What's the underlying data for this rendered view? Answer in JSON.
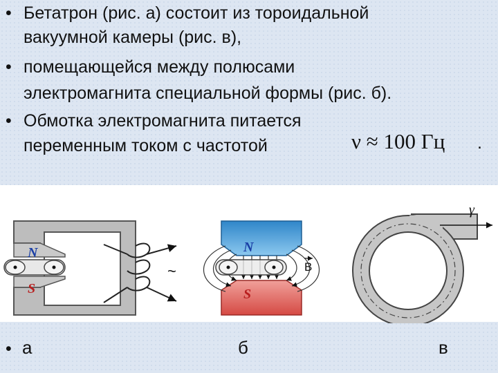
{
  "bullets": [
    {
      "line1": "Бетатрон (рис. а) состоит из тороидальной",
      "line2": "вакуумной камеры (рис. в),"
    },
    {
      "line1": " помещающейся между полюсами",
      "line2": "электромагнита специальной формы (рис. б)."
    },
    {
      "line1": " Обмотка электромагнита питается",
      "line2": "переменным током с частотой"
    }
  ],
  "bullet_symbol": "•",
  "formula": "ν ≈ 100 Гц",
  "period": ".",
  "captions": {
    "a": "а",
    "b": "б",
    "v": "в"
  },
  "figure": {
    "pole_n": "N",
    "pole_s": "S",
    "tilde": "~",
    "field_label": "B",
    "gamma": "γ"
  },
  "colors": {
    "band": "#dde6f2",
    "core": "#b9b9b9",
    "pole_n": "#4fa3dc",
    "pole_s": "#e0625c",
    "label_n": "#1a3fa6",
    "label_s": "#b81e1e"
  }
}
